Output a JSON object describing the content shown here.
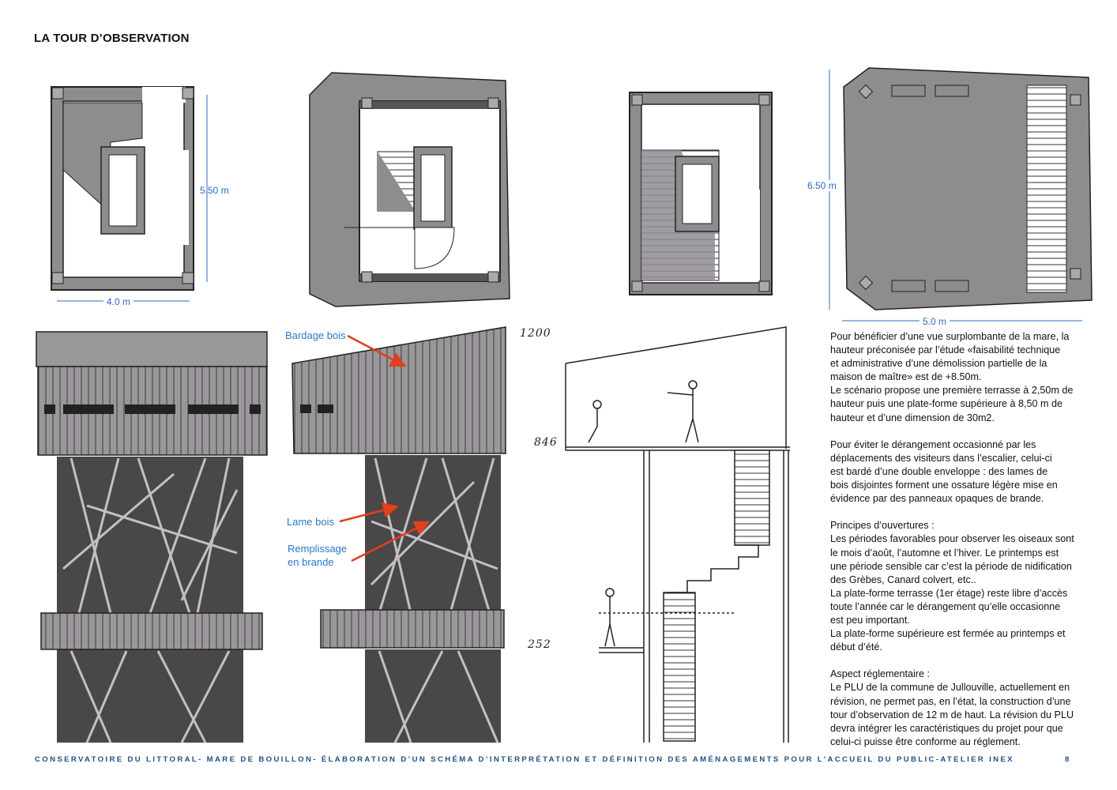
{
  "page": {
    "title": "LA TOUR D’OBSERVATION",
    "footer": "CONSERVATOIRE DU LITTORAL- MARE DE BOUILLON- ÉLABORATION D’UN SCHÉMA D’INTERPRÉTATION ET DÉFINITION DES AMÉNAGEMENTS POUR L’ACCUEIL DU PUBLIC-ATELIER INEX",
    "page_number": "8"
  },
  "plans": {
    "plan1_height": "5.50 m",
    "plan1_width": "4.0 m",
    "plan4_height": "6.50 m",
    "plan4_width": "5.0 m"
  },
  "elevations": {
    "bardage": "Bardage bois",
    "lame": "Lame bois",
    "remplissage_line1": "Remplissage",
    "remplissage_line2": "en brande",
    "level_top": "1200",
    "level_mid": "846",
    "level_low": "252"
  },
  "text": {
    "p1": [
      "Pour bénéficier d’une vue surplombante de la mare, la",
      "hauteur préconisée par l’étude «faisabilité technique",
      "et administrative d’une démolission partielle de la",
      "maison de maître» est de +8.50m.",
      "Le scénario propose une première terrasse à 2,50m de",
      "hauteur puis une plate-forme supérieure à 8,50 m de",
      "hauteur et d’une dimension de 30m2."
    ],
    "p2": [
      "Pour éviter le dérangement occasionné par les",
      "déplacements des visiteurs dans l’escalier, celui-ci",
      "est bardé d’une double enveloppe : des lames de",
      "bois disjointes forment une ossature légère mise en",
      "évidence par des panneaux opaques de brande."
    ],
    "p3": [
      "Principes d’ouvertures :",
      "Les périodes favorables pour observer les oiseaux sont",
      "le mois d’août, l’automne et l’hiver. Le printemps est",
      "une période sensible car c’est la période de nidification",
      "des Grèbes, Canard colvert, etc..",
      "La plate-forme terrasse (1er étage) reste libre d’accès",
      "toute l’année car le dérangement qu’elle occasionne",
      "est peu important.",
      "La plate-forme supérieure est fermée au printemps et",
      "début d’été."
    ],
    "p4": [
      "Aspect réglementaire :",
      "Le PLU de la commune de Jullouville, actuellement en",
      "révision, ne permet pas, en l’état, la construction d’une",
      "tour d’observation de 12 m de haut. La révision du PLU",
      "devra intégrer les caractéristiques du projet pour que",
      "celui-ci puisse être conforme au réglement."
    ]
  },
  "colors": {
    "accent_blue": "#2a78c8",
    "footer_blue": "#1e4f86",
    "arrow_red": "#e0401c",
    "sketch_grey": "#8f8c90",
    "sketch_dark": "#4a4749"
  }
}
